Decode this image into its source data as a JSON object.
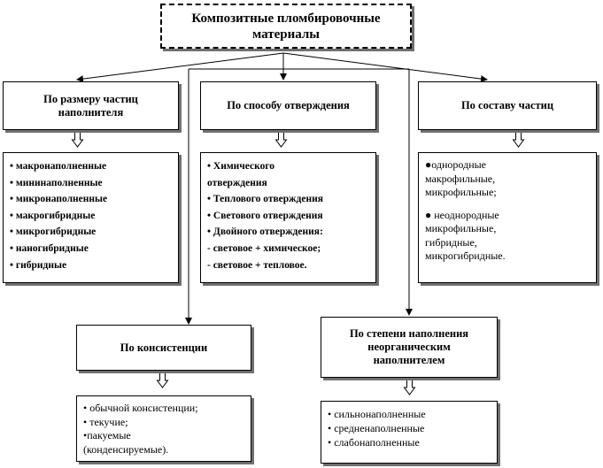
{
  "title": [
    "Композитные пломбировочные",
    "материалы"
  ],
  "categories": {
    "particle_size": {
      "header": [
        "По размеру частиц",
        "наполнителя"
      ],
      "items": [
        "• макронаполненные",
        "• мининаполненные",
        "• микронаполненные",
        "• макрогибридные",
        "• микрогибридные",
        "• наногибридные",
        "• гибридные"
      ]
    },
    "curing": {
      "header": [
        "По способу отверждения"
      ],
      "items": [
        "•   Химического",
        "отверждения",
        "•   Теплового отверждения",
        "•   Светового отверждения",
        "•   Двойного отверждения:",
        "- световое + химическое;",
        "- световое + тепловое."
      ]
    },
    "composition": {
      "header": [
        "По составу частиц"
      ],
      "items": [
        "●однородные",
        "макрофильные,",
        "микрофильные;",
        "",
        "●   неоднородные",
        "микрофильные,",
        "гибридные,",
        "микрогибридные."
      ]
    },
    "consistency": {
      "header": [
        "По консистенции"
      ],
      "items": [
        "• обычной консистенции;",
        "• текучие;",
        "•пакуемые",
        "(конденсируемые)."
      ]
    },
    "filling_degree": {
      "header": [
        "По степени наполнения",
        "неорганическим",
        "наполнителем"
      ],
      "items": [
        "• сильнонаполненные",
        "• средненаполненные",
        "• слабонаполненные"
      ]
    }
  }
}
